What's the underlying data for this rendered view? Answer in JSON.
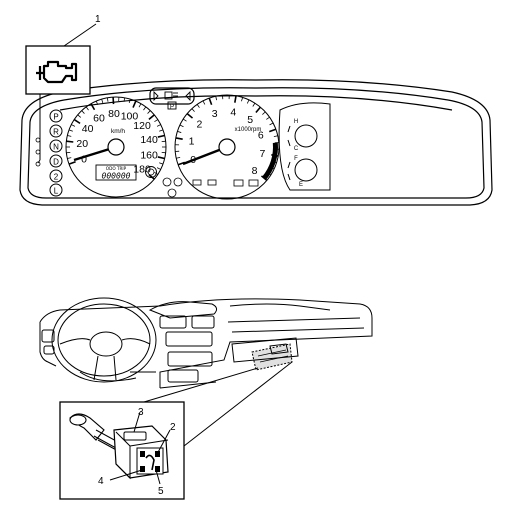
{
  "callouts": {
    "c1": "1",
    "c2": "2",
    "c3": "3",
    "c4": "4",
    "c5": "5"
  },
  "speedometer": {
    "ticks": [
      "0",
      "20",
      "40",
      "60",
      "80",
      "100",
      "120",
      "140",
      "160",
      "180"
    ],
    "unit": "km/h"
  },
  "tachometer": {
    "ticks": [
      "0",
      "1",
      "2",
      "3",
      "4",
      "5",
      "6",
      "7",
      "8"
    ],
    "unit": "x1000rpm"
  },
  "gear_indicator": [
    "P",
    "R",
    "N",
    "D",
    "2",
    "L"
  ],
  "odometer": {
    "caption": "ODO TRIP",
    "digits": "000000"
  },
  "right_gauges": {
    "temp_hot": "H",
    "temp_cold": "C",
    "fuel_full": "F",
    "fuel_empty": "E"
  },
  "center_indicator": "P",
  "icons": [
    "check-engine-icon"
  ]
}
